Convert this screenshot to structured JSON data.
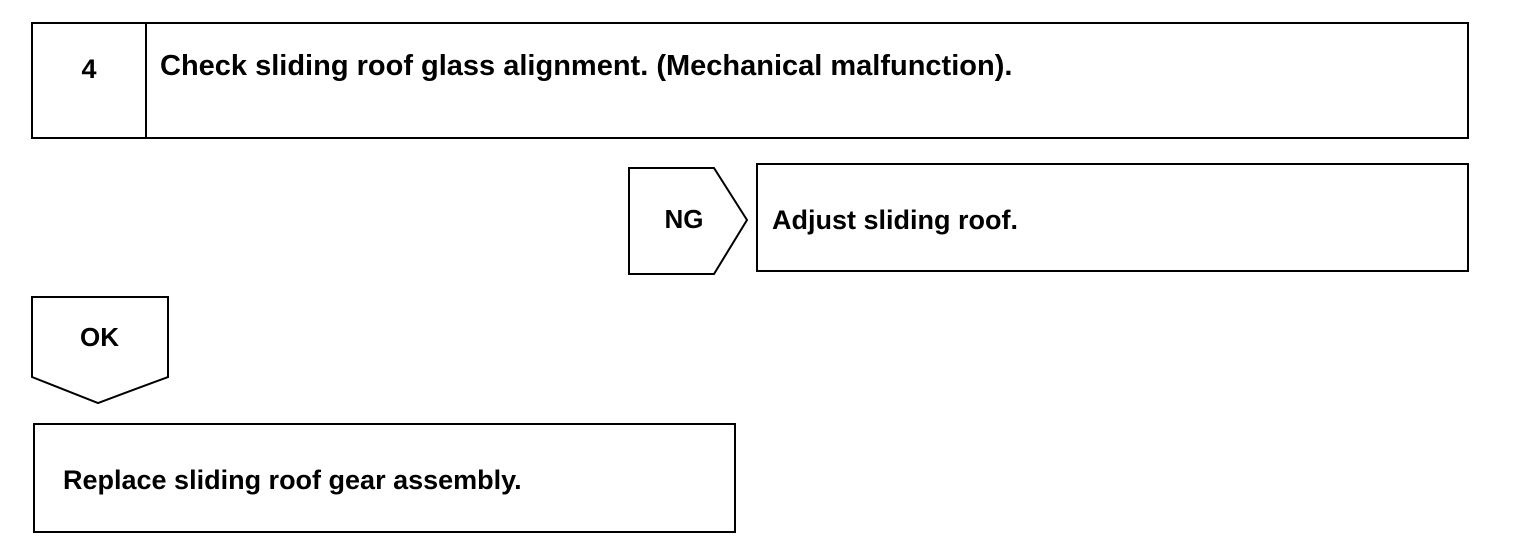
{
  "step": {
    "number": "4",
    "title": "Check sliding roof glass alignment. (Mechanical malfunction)."
  },
  "ng_branch": {
    "label": "NG",
    "action": "Adjust sliding roof."
  },
  "ok_branch": {
    "label": "OK",
    "action": "Replace sliding roof gear assembly."
  },
  "colors": {
    "line": "#000000",
    "background": "#ffffff"
  }
}
